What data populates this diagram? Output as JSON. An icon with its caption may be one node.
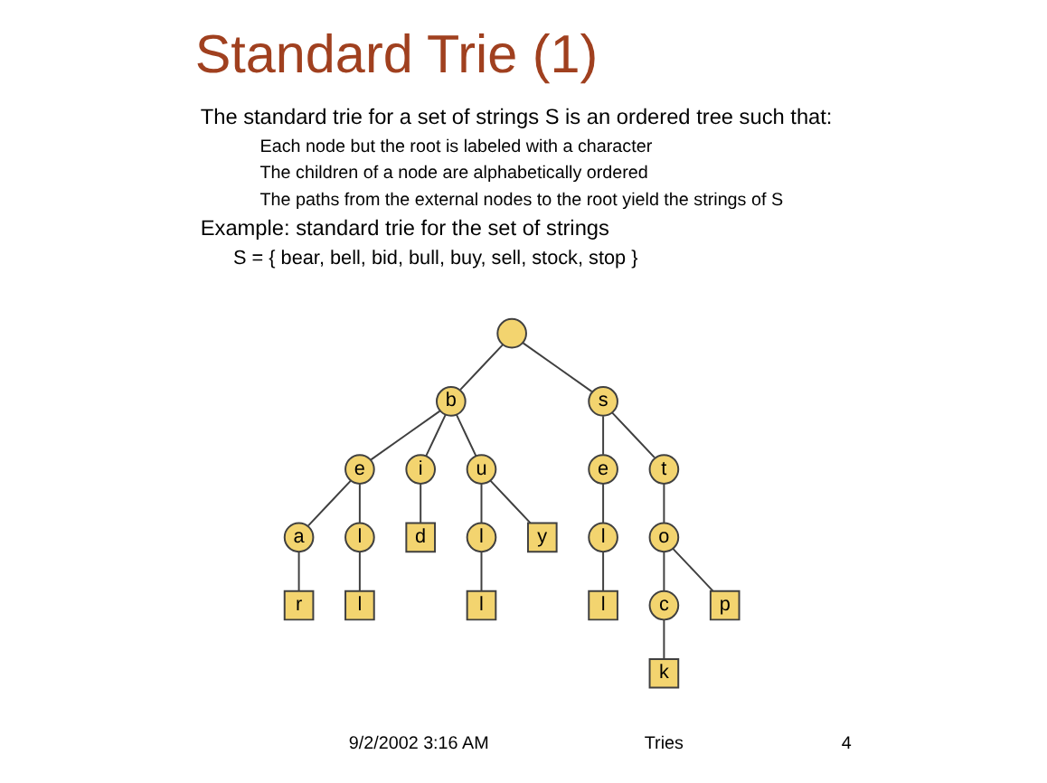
{
  "diagram": {
    "title": "Standard Trie (1)",
    "nodes": [
      {
        "text": [],
        "shape": "circle"
      },
      {
        "text": [
          "b"
        ]
      },
      {
        "text": [
          "s"
        ]
      },
      {
        "text": [
          "e"
        ]
      },
      {
        "text": [
          "i"
        ]
      },
      {
        "text": [
          "u"
        ]
      },
      {
        "text": [
          "e"
        ]
      },
      {
        "text": [
          "t"
        ]
      },
      {
        "text": [
          "a"
        ]
      },
      {
        "text": [
          "l"
        ]
      },
      {
        "text": [
          "d"
        ]
      },
      {
        "text": [
          "l"
        ]
      },
      {
        "text": [
          "y"
        ]
      },
      {
        "text": [
          "l"
        ]
      },
      {
        "text": [
          "o"
        ]
      },
      {
        "text": [
          "r"
        ]
      },
      {
        "text": [
          "l"
        ]
      },
      {
        "text": [
          "l"
        ]
      },
      {
        "text": [
          "l"
        ]
      },
      {
        "text": [
          "c"
        ]
      },
      {
        "text": [
          "p"
        ]
      },
      {
        "text": [
          "k"
        ]
      }
    ],
    "edges": [
      {
        "from": 0,
        "to": 1,
        "arrow": "none"
      },
      {
        "from": 0,
        "to": 2,
        "arrow": "none"
      },
      {
        "from": 1,
        "to": 3,
        "arrow": "none"
      },
      {
        "from": 1,
        "to": 4,
        "arrow": "none"
      },
      {
        "from": 1,
        "to": 5,
        "arrow": "none"
      },
      {
        "from": 2,
        "to": 6,
        "arrow": "none"
      },
      {
        "from": 2,
        "to": 7,
        "arrow": "none"
      },
      {
        "from": 3,
        "to": 8,
        "arrow": "none"
      },
      {
        "from": 3,
        "to": 9,
        "arrow": "none"
      },
      {
        "from": 4,
        "to": 10,
        "arrow": "none"
      },
      {
        "from": 5,
        "to": 11,
        "arrow": "none"
      },
      {
        "from": 5,
        "to": 12,
        "arrow": "none"
      },
      {
        "from": 6,
        "to": 13,
        "arrow": "none"
      },
      {
        "from": 7,
        "to": 14,
        "arrow": "none"
      },
      {
        "from": 8,
        "to": 15,
        "arrow": "none"
      },
      {
        "from": 9,
        "to": 16,
        "arrow": "none"
      },
      {
        "from": 11,
        "to": 17,
        "arrow": "none"
      },
      {
        "from": 13,
        "to": 18,
        "arrow": "none"
      },
      {
        "from": 14,
        "to": 19,
        "arrow": "none"
      },
      {
        "from": 14,
        "to": 20,
        "arrow": "none"
      },
      {
        "from": 19,
        "to": 21,
        "arrow": "none"
      }
    ],
    "labels": [
      "The standard trie for a set of strings S is an ordered tree such that:",
      "Each node but the root is labeled with a character",
      "The children of a node are alphabetically ordered",
      "The paths from the external nodes to the root yield the strings of S",
      "Example: standard trie for the set of strings",
      "S = { bear, bell, bid, bull, buy, sell, stock, stop }",
      "9/2/2002 3:16 AM",
      "Tries",
      "4"
    ]
  }
}
